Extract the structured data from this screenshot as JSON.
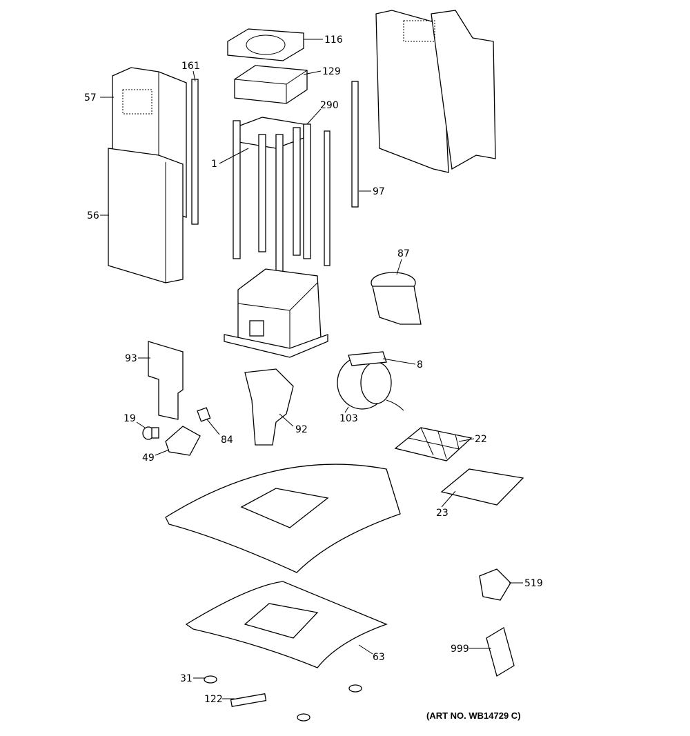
{
  "parts": [
    {
      "id": "116"
    },
    {
      "id": "129"
    },
    {
      "id": "161"
    },
    {
      "id": "57"
    },
    {
      "id": "290"
    },
    {
      "id": "1"
    },
    {
      "id": "97"
    },
    {
      "id": "56"
    },
    {
      "id": "87"
    },
    {
      "id": "93"
    },
    {
      "id": "8"
    },
    {
      "id": "19"
    },
    {
      "id": "84"
    },
    {
      "id": "92"
    },
    {
      "id": "103"
    },
    {
      "id": "22"
    },
    {
      "id": "49"
    },
    {
      "id": "23"
    },
    {
      "id": "519"
    },
    {
      "id": "999"
    },
    {
      "id": "63"
    },
    {
      "id": "31"
    },
    {
      "id": "122"
    }
  ],
  "art_number": "(ART NO. WB14729 C)"
}
